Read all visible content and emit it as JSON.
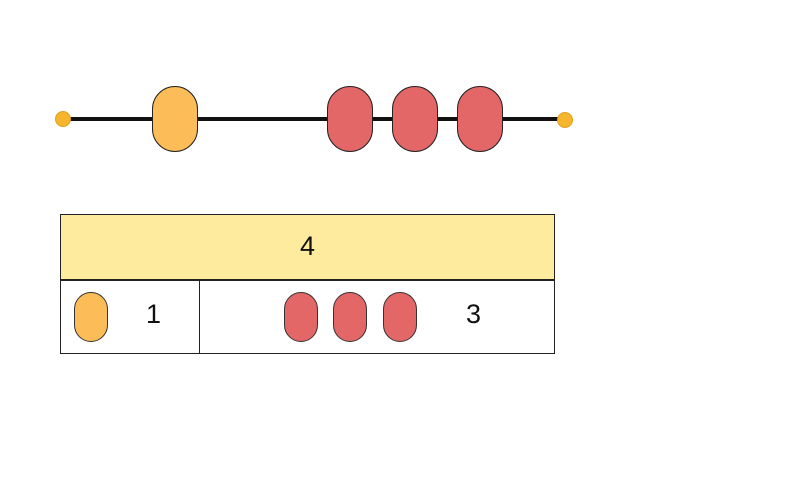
{
  "colors": {
    "first_part_bead": "#fcbc57",
    "second_part_bead": "#e46767",
    "whole_bar_fill": "#ffeb9e",
    "wire": "#111111",
    "end_knob": "#f7b52e"
  },
  "bead_string": {
    "first_part_count": 1,
    "second_part_count": 3
  },
  "bar_model": {
    "whole_label": "4",
    "parts": [
      {
        "label": "1",
        "bead_count": 1
      },
      {
        "label": "3",
        "bead_count": 3
      }
    ]
  }
}
